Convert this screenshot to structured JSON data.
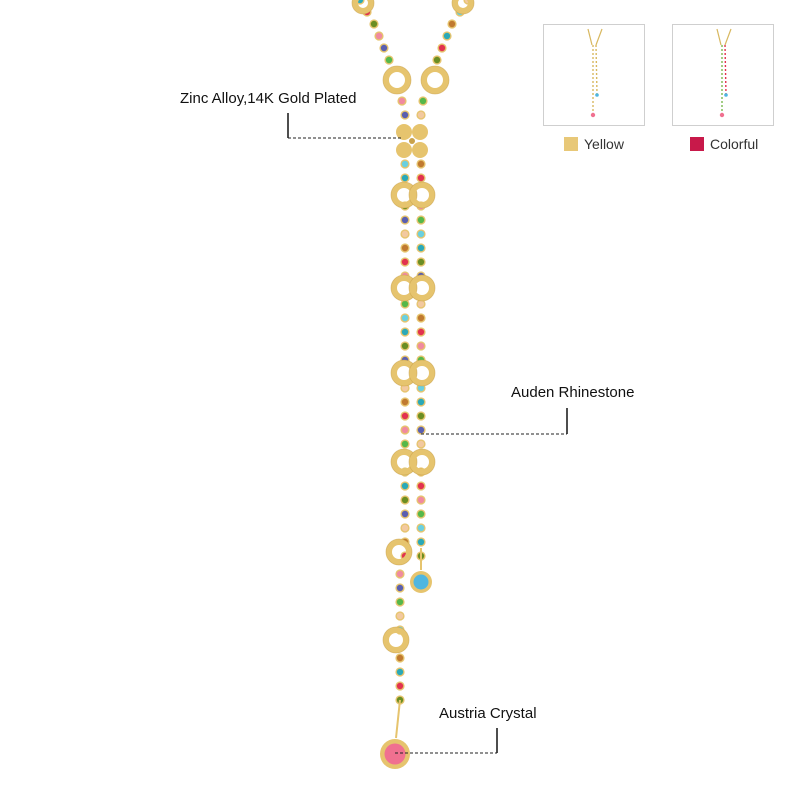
{
  "annotations": {
    "material": "Zinc Alloy,14K Gold Plated",
    "rhinestone": "Auden Rhinestone",
    "crystal": "Austria Crystal"
  },
  "variants": [
    {
      "label": "Yellow",
      "color": "#e8c878"
    },
    {
      "label": "Colorful",
      "color": "#c8194a"
    }
  ],
  "colors": {
    "gold": "#e6c46e",
    "gold_dark": "#c9a24a",
    "gems": [
      "#2aa9b8",
      "#e2334f",
      "#6b8e23",
      "#f08aa0",
      "#5a5fb0",
      "#55b84a",
      "#f2c9a0",
      "#6ad0e0",
      "#c07a30"
    ],
    "pendant_blue": "#4fb6e0",
    "pendant_pink": "#f07090"
  }
}
